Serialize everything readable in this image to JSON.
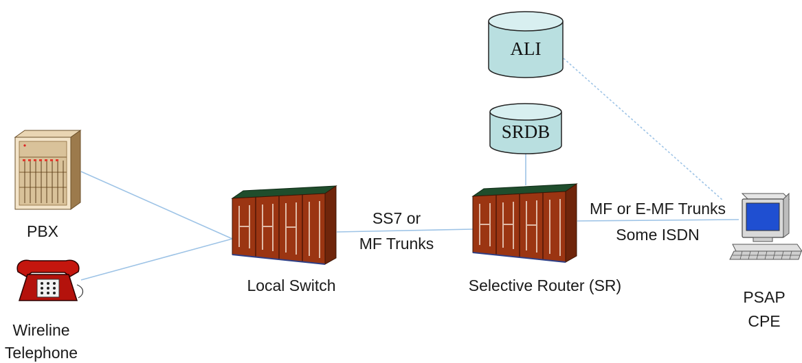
{
  "nodes": {
    "pbx": {
      "label": "PBX",
      "icon": "pbx-cabinet-icon"
    },
    "telephone": {
      "label_line1": "Wireline",
      "label_line2": "Telephone",
      "icon": "telephone-icon"
    },
    "local_switch": {
      "label": "Local Switch",
      "icon": "switch-rack-icon"
    },
    "selective_router": {
      "label": "Selective Router (SR)",
      "icon": "switch-rack-icon"
    },
    "ali": {
      "label": "ALI",
      "icon": "database-icon"
    },
    "srdb": {
      "label": "SRDB",
      "icon": "database-icon"
    },
    "psap": {
      "label_line1": "PSAP",
      "label_line2": "CPE",
      "icon": "computer-workstation-icon"
    }
  },
  "links": {
    "switch_to_router": {
      "label_line1": "SS7 or",
      "label_line2": "MF Trunks"
    },
    "router_to_psap": {
      "label_line1": "MF or E-MF Trunks",
      "label_line2": "Some ISDN"
    }
  },
  "colors": {
    "link_line": "#9dc3e6",
    "rack_body": "#9b3512",
    "rack_top": "#1f4d2c",
    "database": "#b9dfe0",
    "monitor_screen": "#1f4fd1"
  }
}
